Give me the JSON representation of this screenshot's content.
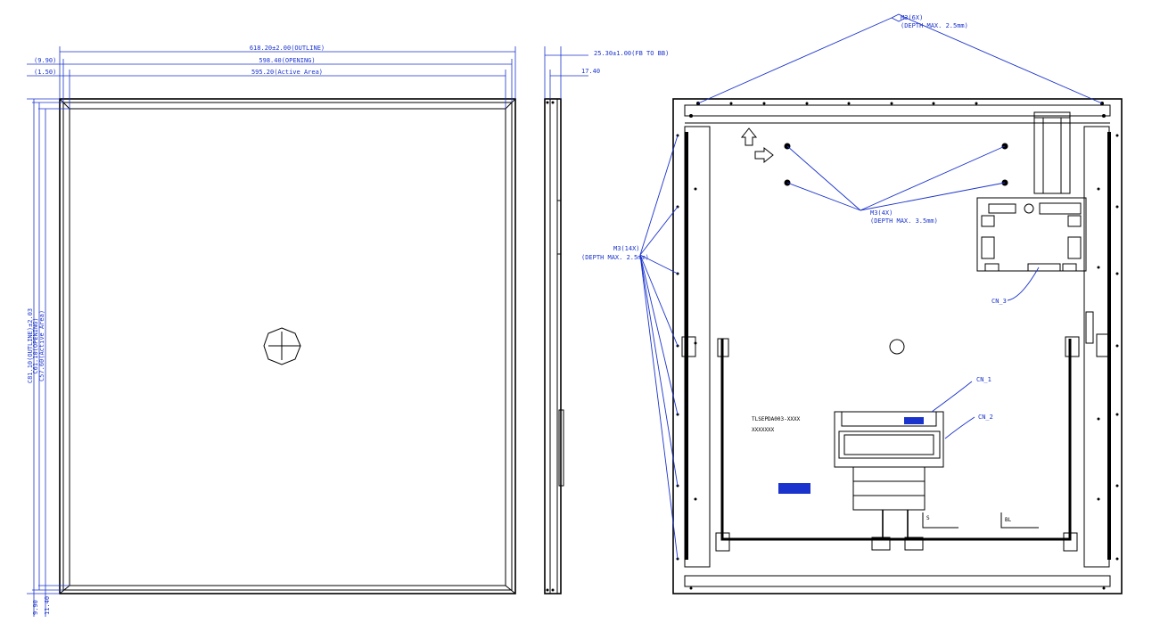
{
  "front_view": {
    "width_outline": "618.20±2.00(OUTLINE)",
    "width_opening": "598.40(OPENING)",
    "width_active": "595.20(Active Area)",
    "margin_top_outer": "(9.90)",
    "margin_top_inner": "(1.50)",
    "height_outline": "C81.10(OUTLINE)±2.03",
    "height_opening": "C61.10(OPENING)",
    "height_active": "C57.60(Active Area)",
    "bottom_margin_a": "9.90",
    "bottom_margin_b": "11.40"
  },
  "side_view": {
    "thickness": "25.30±1.00(FB TO BB)",
    "inner_depth": "17.40"
  },
  "rear_view": {
    "callout_top": "M3(6X)",
    "callout_top_depth": "(DEPTH MAX. 2.5mm)",
    "callout_left": "M3(14X)",
    "callout_left_depth": "(DEPTH MAX. 2.5mm)",
    "callout_center": "M3(4X)",
    "callout_center_depth": "(DEPTH MAX. 3.5mm)",
    "connector_3": "CN_3",
    "connector_1": "CN_1",
    "connector_2": "CN_2",
    "part_number": "TLSEPDA003-XXXX",
    "lot_code": "XXXXXXX",
    "label_s": "S",
    "label_bl": "BL"
  },
  "colors": {
    "dimension": "#1a33cc",
    "outline": "#000000"
  }
}
